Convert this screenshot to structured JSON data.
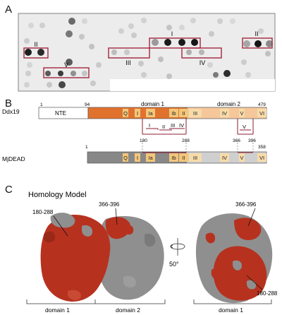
{
  "panels": {
    "a": {
      "letter": "A"
    },
    "b": {
      "letter": "B"
    },
    "c": {
      "letter": "C"
    }
  },
  "panel_a": {
    "regions": [
      {
        "label": "I"
      },
      {
        "label": "II"
      },
      {
        "label": "II"
      },
      {
        "label": "III"
      },
      {
        "label": "IV"
      },
      {
        "label": "V"
      }
    ]
  },
  "panel_b": {
    "ddx19": {
      "name": "Ddx19",
      "start": "1",
      "nte_start": "94",
      "end": "479",
      "nte_label": "NTE",
      "domain1_label": "domain 1",
      "domain2_label": "domain 2",
      "motifs_d1": [
        "Q",
        "I",
        "Ia",
        "Ib",
        "II"
      ],
      "motifs_d2": [
        "III",
        "IV",
        "V",
        "VI"
      ],
      "sub_labels": [
        "I",
        "II",
        "III",
        "IV",
        "V"
      ],
      "range_a_start": "180",
      "range_a_end": "288",
      "range_b_start": "366",
      "range_b_end": "396"
    },
    "mjdead": {
      "name": "MjDEAD",
      "start": "1",
      "end": "358",
      "motifs_d1": [
        "Q",
        "I",
        "Ia",
        "Ib",
        "II"
      ],
      "motifs_d2": [
        "III",
        "IV",
        "V",
        "VI"
      ]
    },
    "colors": {
      "domain1": "#e0722e",
      "domain2": "#f5c79a",
      "mj_domain1": "#888888",
      "mj_domain2": "#cfcfcf",
      "bracket": "#8e1b2f",
      "motif_d1": "#f3c67a",
      "motif_d2": "#f7dba9"
    }
  },
  "panel_c": {
    "title": "Homology Model",
    "left_label_a": "180-288",
    "left_label_b": "366-396",
    "right_label_a": "366-396",
    "right_label_b": "180-288",
    "rotation": "50°",
    "domain1_left": "domain 1",
    "domain2_left": "domain 2",
    "domain1_right": "domain 1",
    "colors": {
      "red": "#b6321f",
      "gray": "#8f8f8f"
    }
  }
}
